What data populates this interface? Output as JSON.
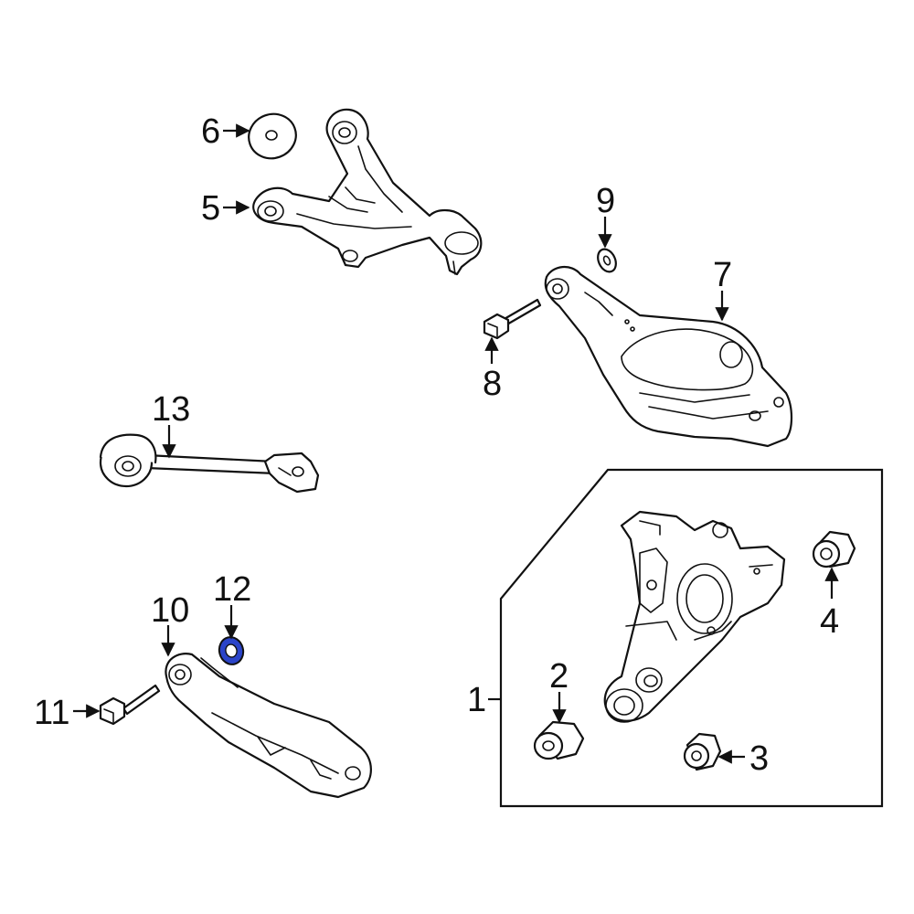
{
  "diagram": {
    "highlight_color": "#2b44c9",
    "line_color": "#111111",
    "parts": [
      {
        "number": "1",
        "name": "knuckle-assembly"
      },
      {
        "number": "2",
        "name": "bushing-front"
      },
      {
        "number": "3",
        "name": "bushing-rear"
      },
      {
        "number": "4",
        "name": "bushing-upper"
      },
      {
        "number": "5",
        "name": "upper-control-arm"
      },
      {
        "number": "6",
        "name": "upper-arm-washer"
      },
      {
        "number": "7",
        "name": "lower-control-arm"
      },
      {
        "number": "8",
        "name": "lower-arm-bolt"
      },
      {
        "number": "9",
        "name": "lower-arm-washer"
      },
      {
        "number": "10",
        "name": "trailing-arm"
      },
      {
        "number": "11",
        "name": "trailing-arm-bolt"
      },
      {
        "number": "12",
        "name": "trailing-arm-washer"
      },
      {
        "number": "13",
        "name": "toe-link"
      }
    ]
  }
}
